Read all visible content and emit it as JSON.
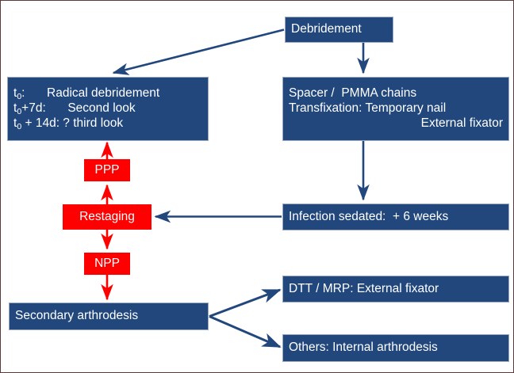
{
  "figure": {
    "kind": "flowchart",
    "border_color": "#5a3a3a",
    "background": "#ffffff"
  },
  "palette": {
    "primary_box": "#21477D",
    "primary_box_border": "#9aa8bd",
    "accent_box": "#FF0000",
    "arrow_blue": "#21477D",
    "arrow_red": "#FF0000",
    "box_text": "#ffffff"
  },
  "nodes": {
    "debridement": {
      "label": "Debridement",
      "color": "blue"
    },
    "staged_debridement": {
      "color": "blue",
      "lines": [
        {
          "prefix": "t",
          "sub": "0",
          "rest": ":   Radical debridement"
        },
        {
          "prefix": "t",
          "sub": "0",
          "rest": "+7d:   Second look"
        },
        {
          "prefix": "t",
          "sub": "0",
          "rest": " + 14d: ? third look"
        }
      ]
    },
    "spacer": {
      "color": "blue",
      "lines": [
        "Spacer /  PMMA chains",
        "Transfixation: Temporary nail",
        "External fixator"
      ]
    },
    "ppp": {
      "label": "PPP",
      "color": "red"
    },
    "restaging": {
      "label": "Restaging",
      "color": "red"
    },
    "npp": {
      "label": "NPP",
      "color": "red"
    },
    "infection_sedated": {
      "label": "Infection sedated:  + 6 weeks",
      "color": "blue"
    },
    "dtt_mrp": {
      "label": "DTT / MRP: External fixator",
      "color": "blue"
    },
    "secondary_arthrodesis": {
      "label": "Secondary arthrodesis",
      "color": "blue"
    },
    "others": {
      "label": "Others: Internal arthrodesis",
      "color": "blue"
    }
  },
  "edges": [
    {
      "name": "debridement-to-staged-debridement",
      "color": "#21477D",
      "from": "debridement",
      "to": "staged_debridement"
    },
    {
      "name": "debridement-to-spacer",
      "color": "#21477D",
      "from": "debridement",
      "to": "spacer"
    },
    {
      "name": "spacer-to-infection-sedated",
      "color": "#21477D",
      "from": "spacer",
      "to": "infection_sedated"
    },
    {
      "name": "infection-sedated-to-restaging",
      "color": "#21477D",
      "from": "infection_sedated",
      "to": "restaging"
    },
    {
      "name": "restaging-to-ppp",
      "color": "#FF0000",
      "from": "restaging",
      "to": "ppp"
    },
    {
      "name": "ppp-to-staged-debridement",
      "color": "#FF0000",
      "from": "ppp",
      "to": "staged_debridement"
    },
    {
      "name": "restaging-to-npp",
      "color": "#FF0000",
      "from": "restaging",
      "to": "npp"
    },
    {
      "name": "npp-to-secondary-arthrodesis",
      "color": "#FF0000",
      "from": "npp",
      "to": "secondary_arthrodesis"
    },
    {
      "name": "secondary-arthrodesis-to-dtt-mrp",
      "color": "#21477D",
      "from": "secondary_arthrodesis",
      "to": "dtt_mrp"
    },
    {
      "name": "secondary-arthrodesis-to-others",
      "color": "#21477D",
      "from": "secondary_arthrodesis",
      "to": "others"
    }
  ]
}
